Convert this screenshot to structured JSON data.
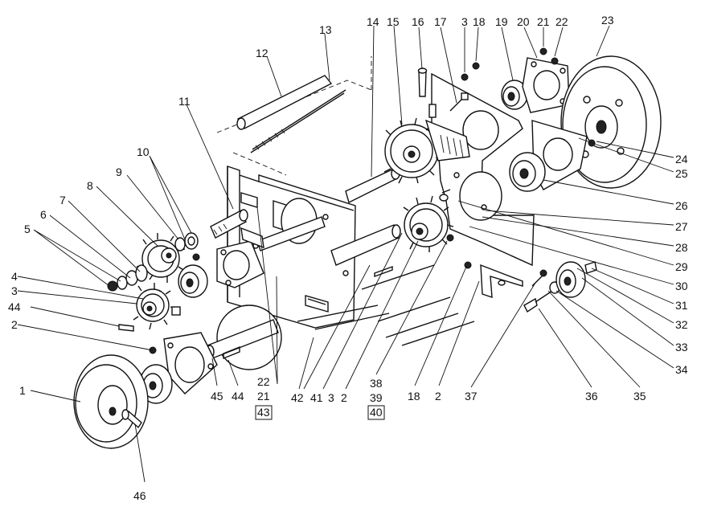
{
  "diagram": {
    "labels": [
      {
        "id": "l1",
        "text": "1"
      },
      {
        "id": "l2a",
        "text": "2"
      },
      {
        "id": "l3a",
        "text": "3"
      },
      {
        "id": "l4",
        "text": "4"
      },
      {
        "id": "l44a",
        "text": "44"
      },
      {
        "id": "l5",
        "text": "5"
      },
      {
        "id": "l6",
        "text": "6"
      },
      {
        "id": "l7",
        "text": "7"
      },
      {
        "id": "l8",
        "text": "8"
      },
      {
        "id": "l9",
        "text": "9"
      },
      {
        "id": "l10",
        "text": "10"
      },
      {
        "id": "l11",
        "text": "11"
      },
      {
        "id": "l12",
        "text": "12"
      },
      {
        "id": "l13",
        "text": "13"
      },
      {
        "id": "l14",
        "text": "14"
      },
      {
        "id": "l15",
        "text": "15"
      },
      {
        "id": "l16",
        "text": "16"
      },
      {
        "id": "l17",
        "text": "17"
      },
      {
        "id": "l3b",
        "text": "3"
      },
      {
        "id": "l18a",
        "text": "18"
      },
      {
        "id": "l19",
        "text": "19"
      },
      {
        "id": "l20",
        "text": "20"
      },
      {
        "id": "l21a",
        "text": "21"
      },
      {
        "id": "l22a",
        "text": "22"
      },
      {
        "id": "l23",
        "text": "23"
      },
      {
        "id": "l24",
        "text": "24"
      },
      {
        "id": "l25",
        "text": "25"
      },
      {
        "id": "l26",
        "text": "26"
      },
      {
        "id": "l27",
        "text": "27"
      },
      {
        "id": "l28",
        "text": "28"
      },
      {
        "id": "l29",
        "text": "29"
      },
      {
        "id": "l30",
        "text": "30"
      },
      {
        "id": "l31",
        "text": "31"
      },
      {
        "id": "l32",
        "text": "32"
      },
      {
        "id": "l33",
        "text": "33"
      },
      {
        "id": "l34",
        "text": "34"
      },
      {
        "id": "l35",
        "text": "35"
      },
      {
        "id": "l36",
        "text": "36"
      },
      {
        "id": "l37",
        "text": "37"
      },
      {
        "id": "l2b",
        "text": "2"
      },
      {
        "id": "l18b",
        "text": "18"
      },
      {
        "id": "l38",
        "text": "38"
      },
      {
        "id": "l39",
        "text": "39"
      },
      {
        "id": "l40",
        "text": "40"
      },
      {
        "id": "l2c",
        "text": "2"
      },
      {
        "id": "l3c",
        "text": "3"
      },
      {
        "id": "l41",
        "text": "41"
      },
      {
        "id": "l42",
        "text": "42"
      },
      {
        "id": "l22b",
        "text": "22"
      },
      {
        "id": "l21b",
        "text": "21"
      },
      {
        "id": "l43",
        "text": "43"
      },
      {
        "id": "l44b",
        "text": "44"
      },
      {
        "id": "l45",
        "text": "45"
      },
      {
        "id": "l46",
        "text": "46"
      }
    ]
  }
}
